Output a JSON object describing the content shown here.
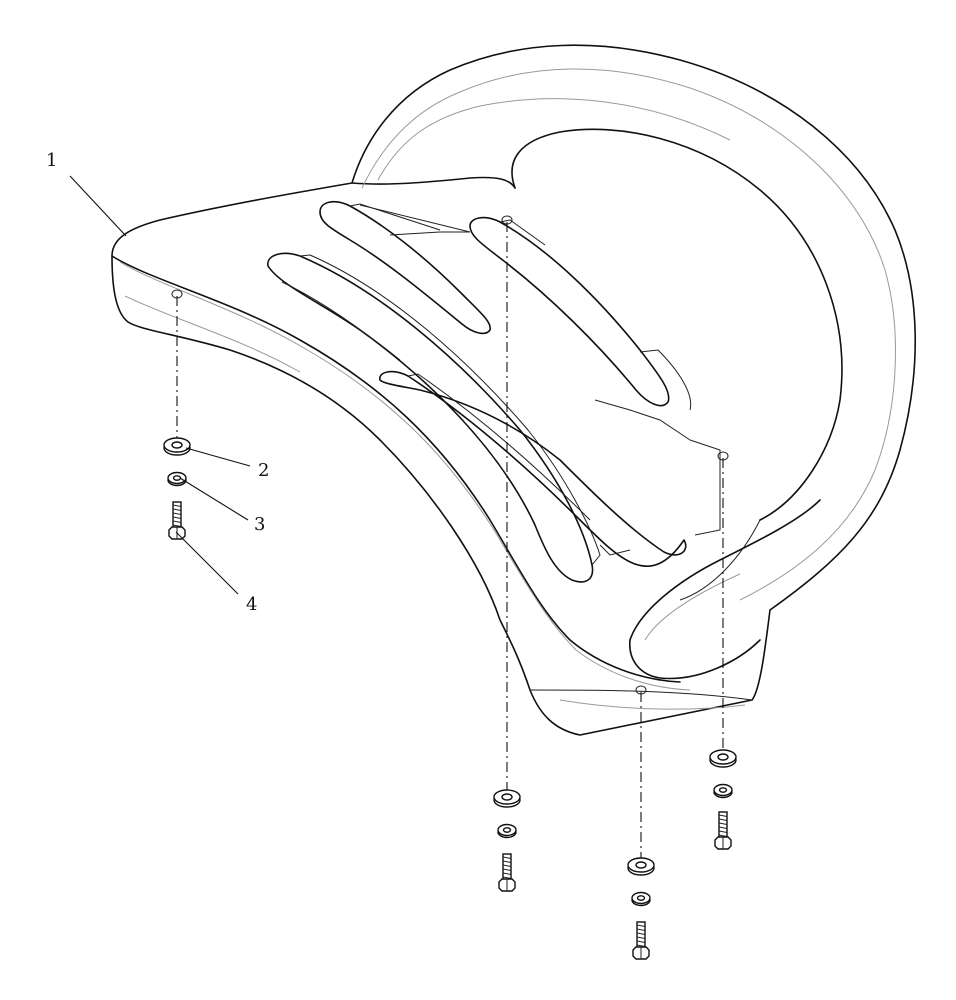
{
  "callouts": {
    "seat": "1",
    "flat_washer": "2",
    "lock_washer": "3",
    "bolt": "4"
  }
}
